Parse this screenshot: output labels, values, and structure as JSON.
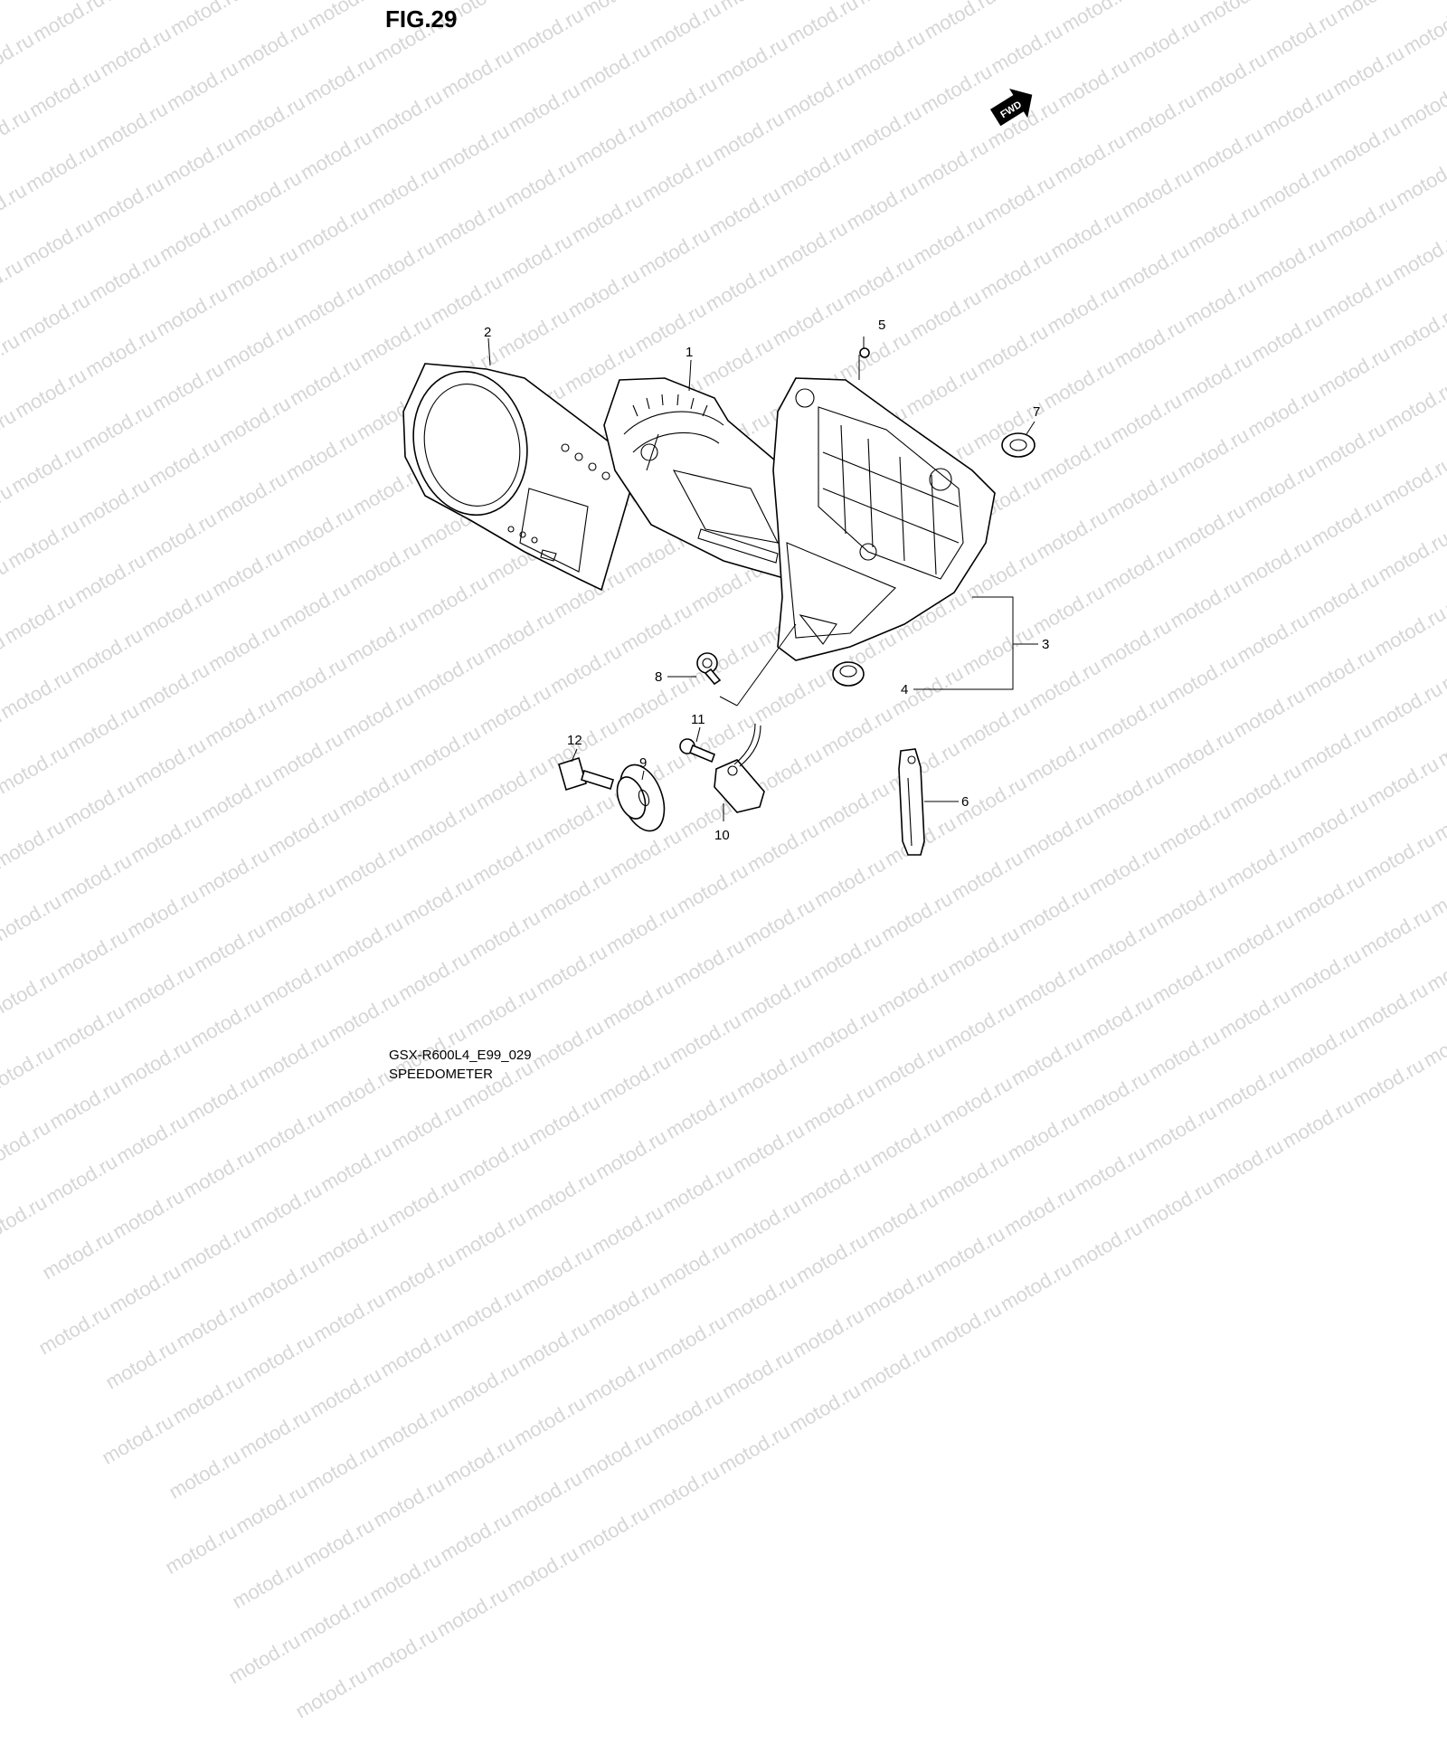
{
  "figure": {
    "title": "FIG.29",
    "code": "GSX-R600L4_E99_029",
    "name": "SPEEDOMETER"
  },
  "watermark": {
    "text": "motod.ru"
  },
  "direction_indicator": {
    "label": "FWD",
    "icon": "fwd-arrow-icon"
  },
  "callouts": [
    {
      "id": "1",
      "label": "1"
    },
    {
      "id": "2",
      "label": "2"
    },
    {
      "id": "3",
      "label": "3"
    },
    {
      "id": "4",
      "label": "4"
    },
    {
      "id": "5",
      "label": "5"
    },
    {
      "id": "6",
      "label": "6"
    },
    {
      "id": "7",
      "label": "7"
    },
    {
      "id": "8",
      "label": "8"
    },
    {
      "id": "9",
      "label": "9"
    },
    {
      "id": "10",
      "label": "10"
    },
    {
      "id": "11",
      "label": "11"
    },
    {
      "id": "12",
      "label": "12"
    }
  ],
  "colors": {
    "line": "#000000",
    "watermark": "#d6d6d6",
    "background": "#ffffff"
  }
}
